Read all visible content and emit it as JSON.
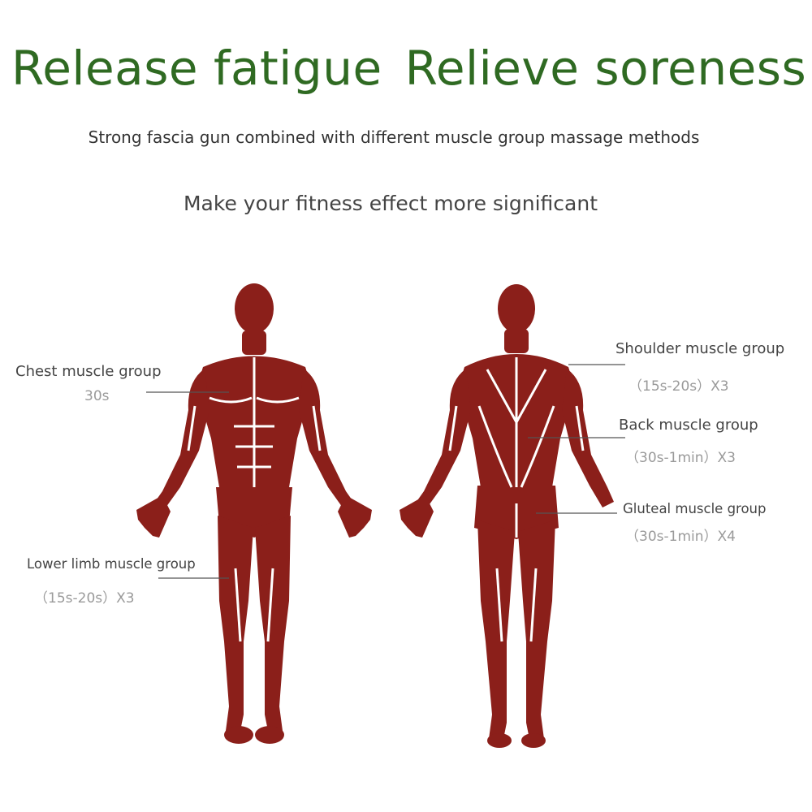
{
  "headline": {
    "part1": "Release fatigue",
    "part2": "Relieve soreness"
  },
  "subtitle": "Strong fascia gun combined with different muscle group massage methods",
  "tagline": "Make your fitness effect more significant",
  "colors": {
    "headline": "#2f6a22",
    "muscle": "#8b1f1a",
    "leader_line": "#555555"
  },
  "muscle_groups": {
    "chest": {
      "label": "Chest muscle group",
      "dose": "30s"
    },
    "lower_limb": {
      "label": "Lower limb muscle group",
      "dose": "（15s-20s）X3"
    },
    "shoulder": {
      "label": "Shoulder muscle group",
      "dose": "（15s-20s）X3"
    },
    "back": {
      "label": "Back muscle group",
      "dose": "（30s-1min）X3"
    },
    "gluteal": {
      "label": "Gluteal muscle group",
      "dose": "（30s-1min）X4"
    }
  }
}
